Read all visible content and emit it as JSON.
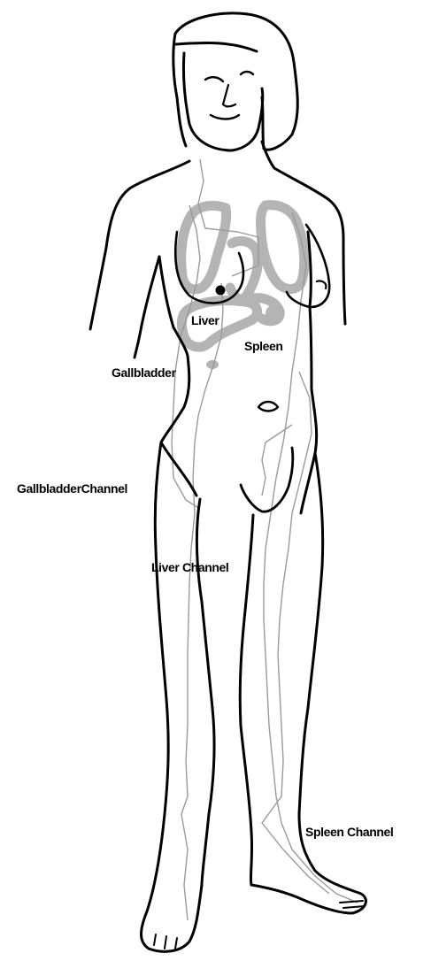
{
  "labels": {
    "liver": "Liver",
    "spleen": "Spleen",
    "gallbladder": "Gallbladder",
    "gallbladder_channel": "GallbladderChannel",
    "liver_channel": "Liver Channel",
    "spleen_channel": "Spleen Channel"
  },
  "colors": {
    "outline": "#000000",
    "organ_fill": "#b4b4b4",
    "channel_line": "#9a9a9a",
    "background": "#ffffff"
  }
}
